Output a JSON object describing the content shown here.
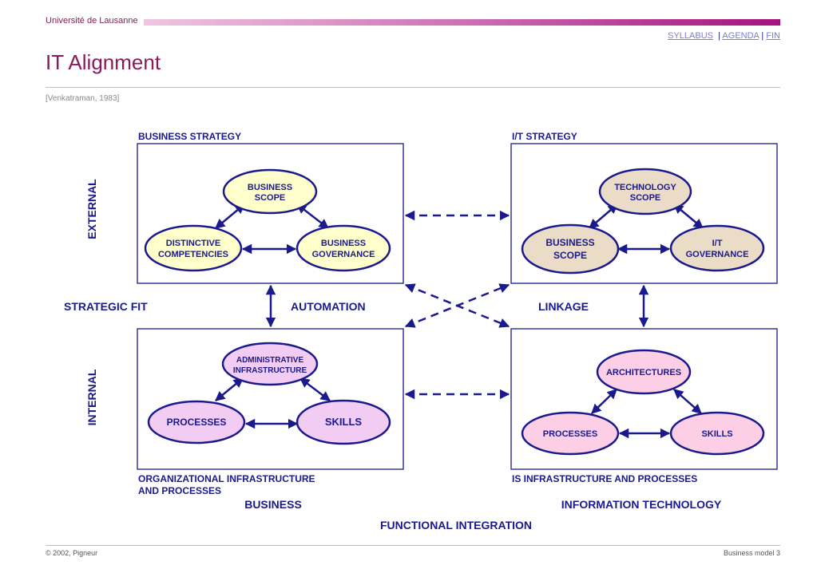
{
  "header": {
    "university": "Université de Lausanne",
    "title": "IT Alignment",
    "citation": "[Venkatraman, 1983]"
  },
  "nav": {
    "syllabus": "SYLLABUS",
    "separator": "|",
    "agenda": "AGENDA",
    "fin": "FIN"
  },
  "diagram": {
    "quadrants": {
      "business_strategy": {
        "label": "BUSINESS STRATEGY",
        "top": [
          "BUSINESS",
          "SCOPE"
        ],
        "left": [
          "DISTINCTIVE",
          "COMPETENCIES"
        ],
        "right": [
          "BUSINESS",
          "GOVERNANCE"
        ]
      },
      "it_strategy": {
        "label": "I/T STRATEGY",
        "top": [
          "TECHNOLOGY",
          "SCOPE"
        ],
        "left": [
          "BUSINESS",
          "SCOPE"
        ],
        "right": [
          "I/T",
          "GOVERNANCE"
        ]
      },
      "org_infrastructure": {
        "label_line1": "ORGANIZATIONAL INFRASTRUCTURE",
        "label_line2": "AND PROCESSES",
        "top": [
          "ADMINISTRATIVE",
          "INFRASTRUCTURE"
        ],
        "left": [
          "PROCESSES"
        ],
        "right": [
          "SKILLS"
        ]
      },
      "is_infrastructure": {
        "label": "IS INFRASTRUCTURE AND PROCESSES",
        "top": [
          "ARCHITECTURES"
        ],
        "left": [
          "PROCESSES"
        ],
        "right": [
          "SKILLS"
        ]
      }
    },
    "labels": {
      "external": "EXTERNAL",
      "internal": "INTERNAL",
      "strategic_fit": "STRATEGIC FIT",
      "automation": "AUTOMATION",
      "linkage": "LINKAGE",
      "business": "BUSINESS",
      "information_technology": "INFORMATION TECHNOLOGY",
      "functional_integration": "FUNCTIONAL INTEGRATION"
    },
    "colors": {
      "navy": "#1a1a8c",
      "ellipse_light": "#ffffcc",
      "ellipse_tan": "#ebdcc8",
      "ellipse_lavender": "#f3ccf3",
      "ellipse_pink": "#fccfe6"
    }
  },
  "footer": {
    "left": "© 2002, Pigneur",
    "right": "Business model  3"
  }
}
